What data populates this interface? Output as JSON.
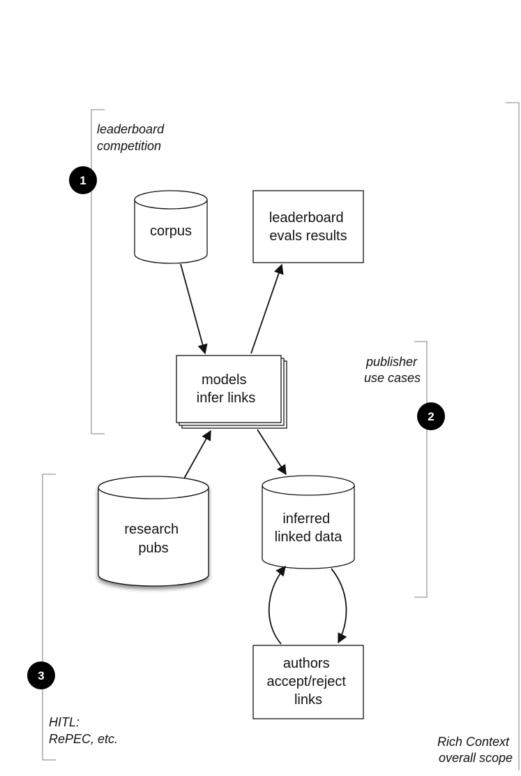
{
  "nodes": {
    "corpus": {
      "lines": [
        "corpus"
      ]
    },
    "leaderboard_results": {
      "lines": [
        "leaderboard",
        "evals results"
      ]
    },
    "models": {
      "lines": [
        "models",
        "infer links"
      ]
    },
    "research_pubs": {
      "lines": [
        "research",
        "pubs"
      ]
    },
    "inferred_data": {
      "lines": [
        "inferred",
        "linked data"
      ]
    },
    "authors": {
      "lines": [
        "authors",
        "accept/reject",
        "links"
      ]
    }
  },
  "scopes": {
    "leaderboard": {
      "marker": "1",
      "lines": [
        "leaderboard",
        "competition"
      ]
    },
    "publisher": {
      "marker": "2",
      "lines": [
        "publisher",
        "use cases"
      ]
    },
    "hitl": {
      "marker": "3",
      "lines": [
        "HITL:",
        "RePEC, etc."
      ]
    },
    "rich_context": {
      "lines": [
        "Rich Context",
        "overall scope"
      ]
    }
  },
  "colors": {
    "marker_fill": "#000000",
    "bracket_stroke": "#9a9a9a",
    "line": "#111111"
  }
}
